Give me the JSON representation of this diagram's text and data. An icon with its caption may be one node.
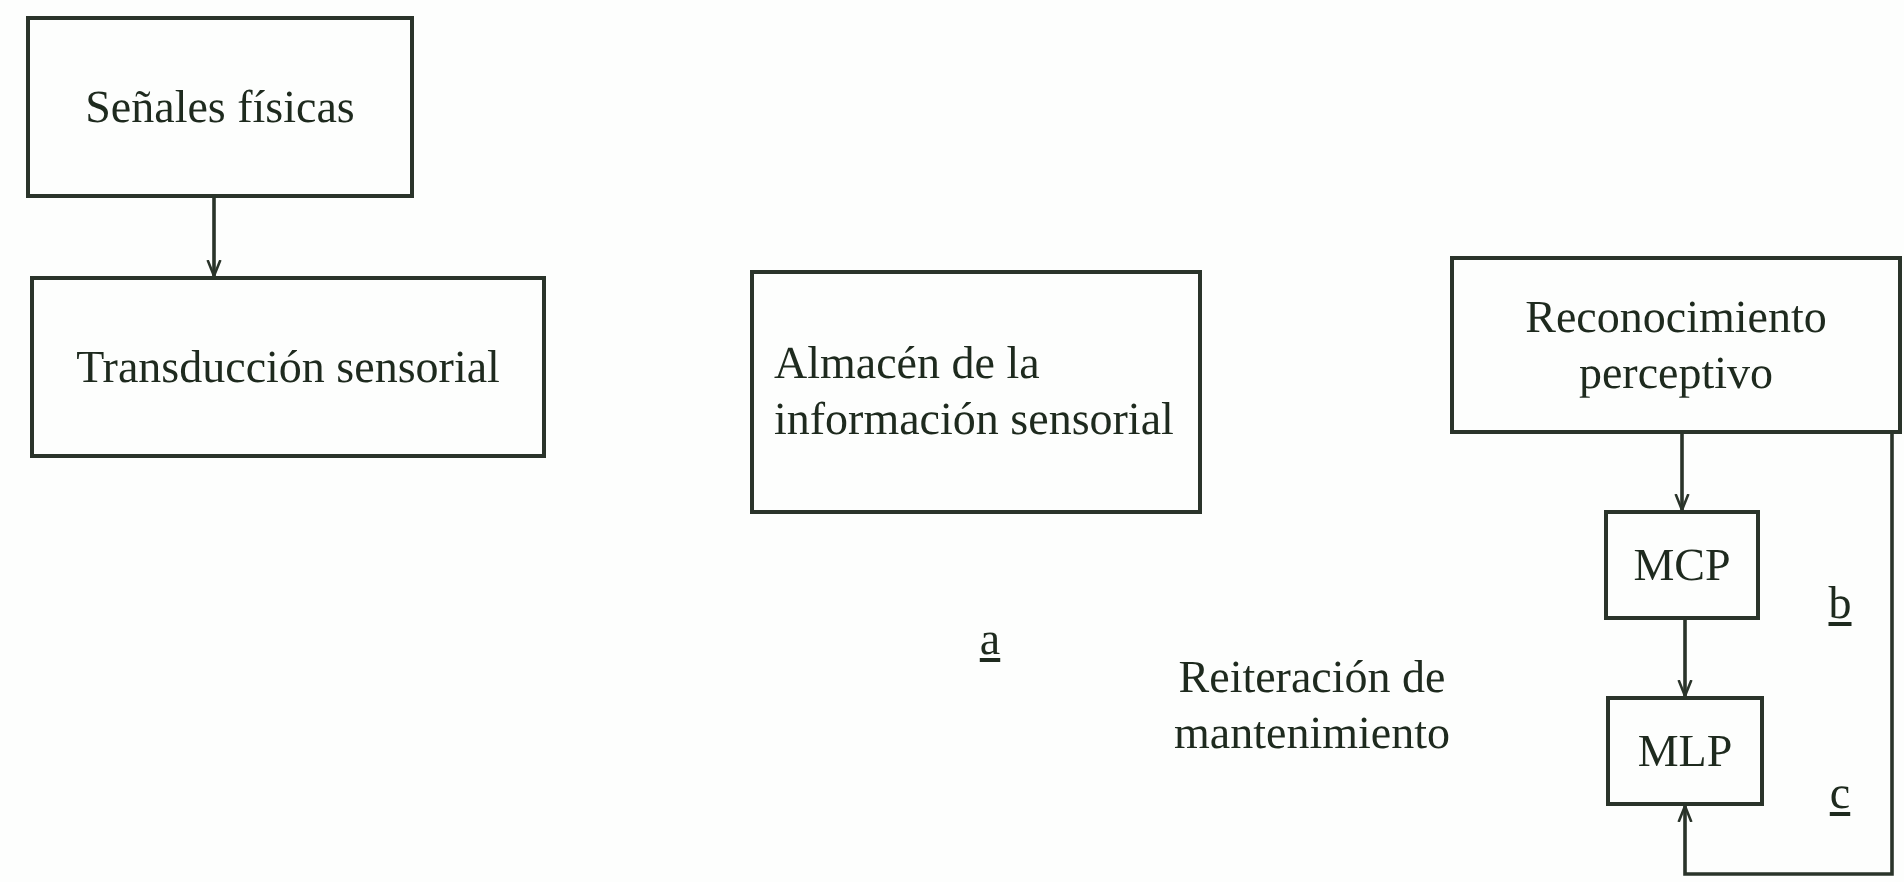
{
  "diagram": {
    "nodes": [
      {
        "text": [
          "Señales físicas"
        ]
      },
      {
        "text": [
          "Transducción sensorial"
        ]
      },
      {
        "text": [
          "Almacén de la información sensorial"
        ]
      },
      {
        "text": [
          "Reconocimiento perceptivo"
        ]
      },
      {
        "text": [
          "MCP"
        ]
      },
      {
        "text": [
          "MLP"
        ]
      }
    ],
    "edges": [
      {
        "from": 0,
        "to": 1,
        "arrow": "to"
      },
      {
        "from": 3,
        "to": 4,
        "arrow": "to"
      },
      {
        "from": 4,
        "to": 5,
        "arrow": "to"
      },
      {
        "from": 3,
        "to": 5,
        "arrow": "to"
      }
    ],
    "labels": [
      "Reiteración de mantenimiento",
      "a",
      "b",
      "c"
    ]
  }
}
